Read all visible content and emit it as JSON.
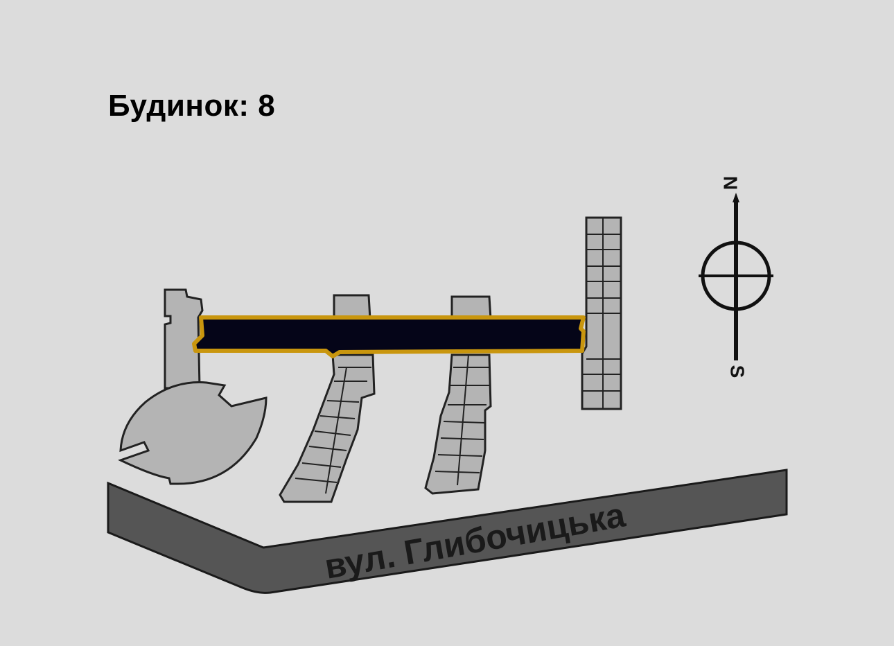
{
  "title": {
    "label": "Будинок",
    "number": "8",
    "text": "Будинок: 8"
  },
  "street": {
    "name": "вул. Глибочицька"
  },
  "compass": {
    "north": "N",
    "south": "S"
  },
  "colors": {
    "background": "#dcdcdc",
    "building_fill": "#b4b4b4",
    "highlight_fill": "#050518",
    "highlight_outline": "#c9960e",
    "road_fill": "#555555"
  },
  "selected_building": "8"
}
